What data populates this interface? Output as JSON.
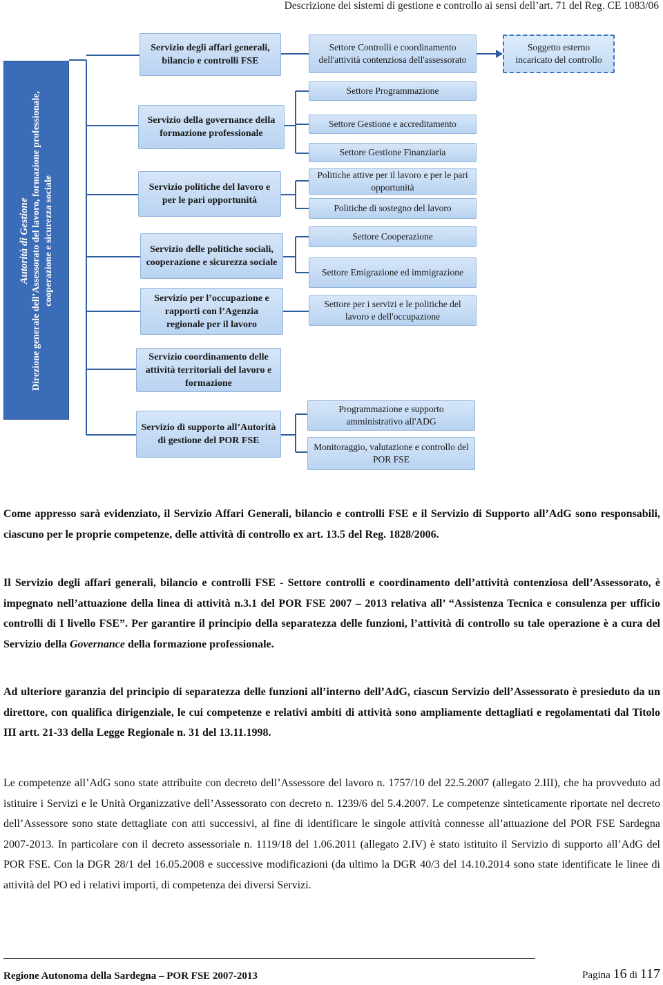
{
  "header": {
    "text": "Descrizione dei sistemi di gestione e controllo ai sensi dell’art. 71 del Reg. CE 1083/06"
  },
  "org": {
    "root_line1": "Autorità di Gestione",
    "root_line2": "Direzione generale dell’Assessorato del lavoro, formazione professionale,",
    "root_line3": "cooperazione e sicurezza sociale",
    "services": [
      "Servizio degli affari generali, bilancio e controlli FSE",
      "Servizio della governance della formazione professionale",
      "Servizio politiche del lavoro e per le pari opportunità",
      "Servizio delle politiche sociali, cooperazione e sicurezza sociale",
      "Servizio per l’occupazione e rapporti con l’Agenzia regionale per il lavoro",
      "Servizio coordinamento delle attività territoriali del lavoro e formazione",
      "Servizio di supporto all’Autorità di gestione del POR FSE"
    ],
    "sectors": [
      "Settore Controlli e coordinamento dell'attività contenziosa dell'assessorato",
      "Settore Programmazione",
      "Settore Gestione e accreditamento",
      "Settore Gestione Finanziaria",
      "Politiche attive per il lavoro e per le pari opportunità",
      "Politiche di sostegno del lavoro",
      "Settore Cooperazione",
      "Settore Emigrazione ed immigrazione",
      "Settore per i servizi e le politiche del lavoro e dell'occupazione",
      "Programmazione e supporto amministrativo all'ADG",
      "Monitoraggio, valutazione e controllo del POR FSE"
    ],
    "external": "Soggetto esterno incaricato del controllo"
  },
  "body": {
    "p1": "Come appresso sarà evidenziato, il Servizio Affari Generali, bilancio e controlli FSE e il Servizio di Supporto all’AdG sono responsabili, ciascuno per le proprie competenze, delle attività di controllo ex art. 13.5 del Reg. 1828/2006.",
    "p2_a": "Il Servizio degli affari generali, bilancio e controlli FSE - Settore controlli e coordinamento dell’attività contenziosa dell’Assessorato, è impegnato nell’attuazione della linea di attività n.3.1 del POR FSE 2007 – 2013 relativa all’ “Assistenza Tecnica e consulenza per ufficio controlli di I livello FSE”. Per garantire il principio della separatezza delle funzioni, l’attività di controllo su tale operazione è a cura del Servizio della ",
    "p2_i": "Governance",
    "p2_b": " della formazione professionale.",
    "p3": "Ad ulteriore garanzia del principio di separatezza delle funzioni all’interno dell’AdG, ciascun Servizio dell’Assessorato è presieduto da un direttore, con qualifica dirigenziale, le cui competenze e relativi ambiti di attività sono ampliamente dettagliati e regolamentati dal Titolo III artt. 21-33 della Legge Regionale n. 31 del 13.11.1998.",
    "p4": "Le competenze all’AdG sono state attribuite con decreto dell’Assessore del lavoro n. 1757/10 del 22.5.2007 (allegato 2.III), che ha provveduto ad istituire i Servizi e le Unità Organizzative dell’Assessorato con decreto n. 1239/6 del 5.4.2007. Le competenze sinteticamente riportate nel decreto dell’Assessore sono state dettagliate con atti successivi, al fine di identificare le singole attività connesse all’attuazione del POR FSE Sardegna 2007-2013. In particolare con il decreto assessoriale n. 1119/18 del 1.06.2011 (allegato 2.IV) è stato istituito il Servizio di supporto all’AdG del POR FSE. Con la DGR 28/1 del 16.05.2008 e successive modificazioni (da ultimo la DGR 40/3 del 14.10.2014 sono state identificate le linee di attività del PO ed i relativi importi, di competenza dei diversi Servizi."
  },
  "footer": {
    "left": "Regione Autonoma della Sardegna – POR FSE 2007-2013",
    "page_word": "Pagina",
    "page_num": "16",
    "of_word": "di",
    "page_total": "117"
  }
}
